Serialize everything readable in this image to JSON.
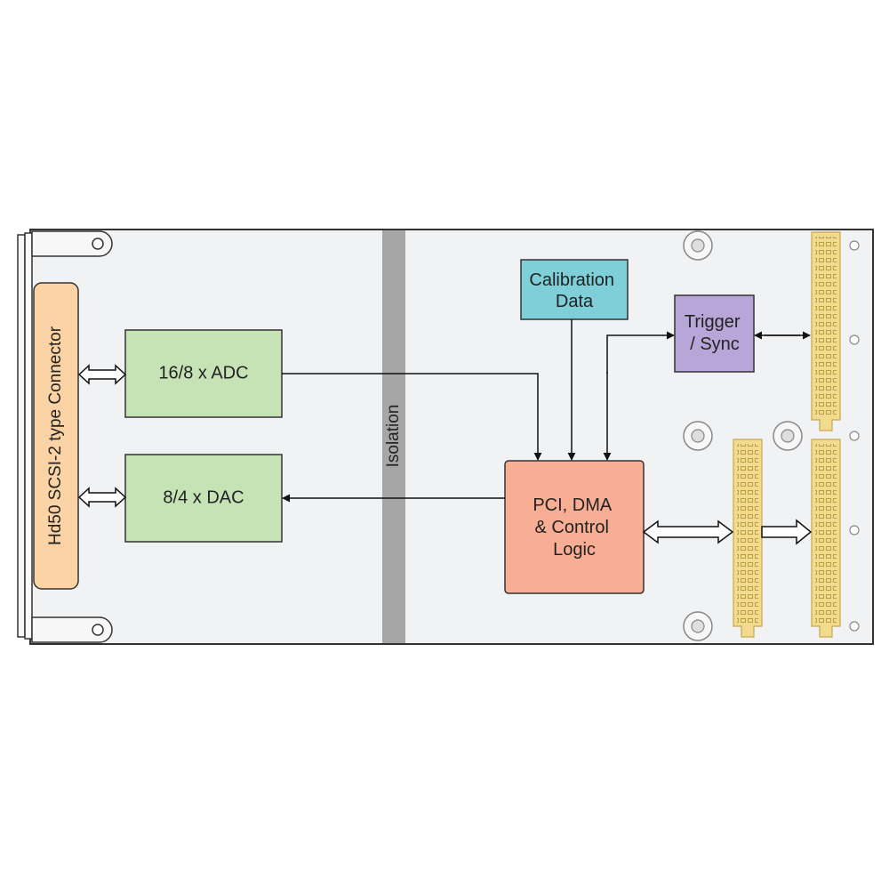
{
  "blocks": {
    "connector": "Hd50 SCSI-2 type Connector",
    "adc": "16/8 x ADC",
    "dac": "8/4 x DAC",
    "isolation": "Isolation",
    "calibration": [
      "Calibration",
      "Data"
    ],
    "trigger": [
      "Trigger",
      "/ Sync"
    ],
    "pci": [
      "PCI, DMA",
      "& Control",
      "Logic"
    ]
  },
  "colors": {
    "connector": "#fbd3a4",
    "adc_dac": "#c6e3b5",
    "calibration": "#7ecfd8",
    "trigger": "#b9a6d8",
    "pci": "#f8ae94",
    "isolation": "#a6a6a6",
    "board": "#f1f2f4",
    "pin_header": "#f2da8e"
  },
  "icons": [
    "mounting-hole-icon",
    "bracket-tab-icon",
    "pin-header-icon"
  ]
}
